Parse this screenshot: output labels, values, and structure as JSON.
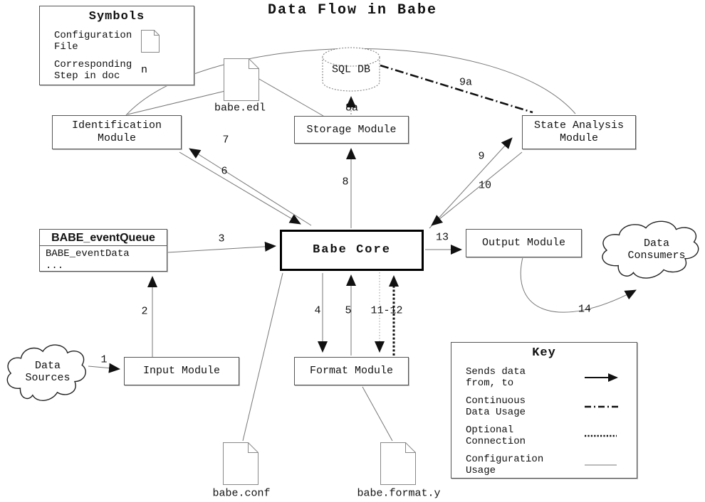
{
  "title": "Data Flow in Babe",
  "symbols_box": {
    "title": "Symbols",
    "config_file": {
      "line1": "Configuration",
      "line2": "File"
    },
    "step": {
      "line1": "Corresponding",
      "line2": "Step in doc",
      "symbol": "n"
    }
  },
  "key_box": {
    "title": "Key",
    "items": [
      {
        "line1": "Sends data",
        "line2": "from, to",
        "style": "solid-arrow"
      },
      {
        "line1": "Continuous",
        "line2": "Data Usage",
        "style": "dash-dot-line"
      },
      {
        "line1": "Optional",
        "line2": "Connection",
        "style": "dotted-line"
      },
      {
        "line1": "Configuration",
        "line2": "Usage",
        "style": "thin-line"
      }
    ]
  },
  "nodes": {
    "sql_db": {
      "label": "SQL DB"
    },
    "identification": {
      "line1": "Identification",
      "line2": "Module"
    },
    "storage": {
      "label": "Storage Module"
    },
    "state_analysis": {
      "line1": "State Analysis",
      "line2": "Module"
    },
    "event_queue": {
      "title": "BABE_eventQueue",
      "field1": "BABE_eventData",
      "field2": "..."
    },
    "babe_core": {
      "label": "Babe Core"
    },
    "output": {
      "label": "Output Module"
    },
    "input": {
      "label": "Input Module"
    },
    "format": {
      "label": "Format Module"
    },
    "data_sources": {
      "line1": "Data",
      "line2": "Sources"
    },
    "data_consumers": {
      "line1": "Data",
      "line2": "Consumers"
    }
  },
  "files": {
    "babe_edl": "babe.edl",
    "babe_conf": "babe.conf",
    "babe_format_y": "babe.format.y"
  },
  "edge_labels": {
    "e1": "1",
    "e2": "2",
    "e3": "3",
    "e4": "4",
    "e5": "5",
    "e6": "6",
    "e7": "7",
    "e8": "8",
    "e8a": "8a",
    "e9": "9",
    "e9a": "9a",
    "e10": "10",
    "e11_12": "11-12",
    "e13": "13",
    "e14": "14"
  }
}
